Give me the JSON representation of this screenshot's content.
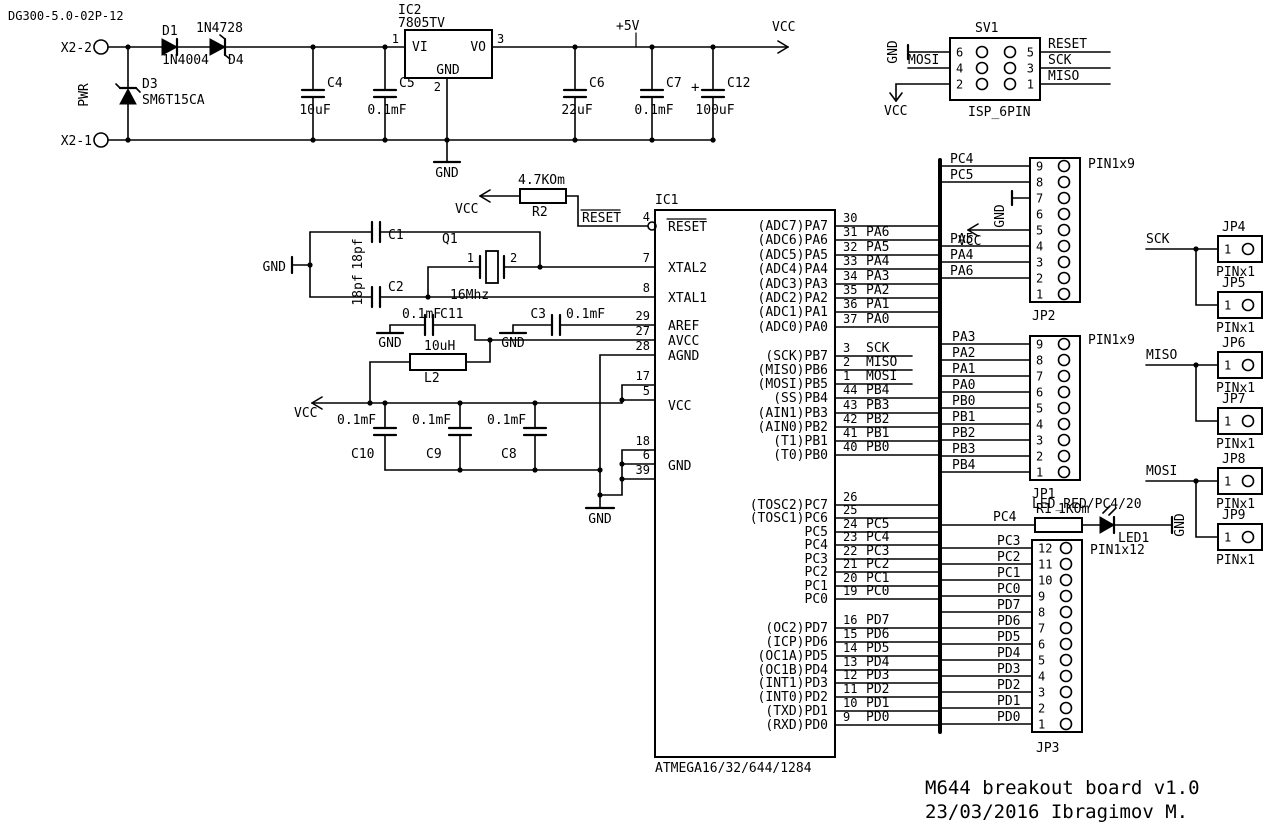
{
  "doc_id": "DG300-5.0-02P-12",
  "title_block": {
    "line1": "M644 breakout board v1.0",
    "line2": "23/03/2016 Ibragimov M."
  },
  "nets": {
    "vcc": "VCC",
    "gnd": "GND"
  },
  "power": {
    "x2_top": "X2-2",
    "x2_bottom": "X2-1",
    "conn": "PWR",
    "d1": "D1",
    "d1_value": "1N4004",
    "d4": "D4",
    "d4_value": "1N4728",
    "d3": "D3",
    "d3_value": "SM6T15CA",
    "ic2": "IC2",
    "ic2_value": "7805TV",
    "vi": "VI",
    "vo": "VO",
    "gnd": "GND",
    "pin_in": "1",
    "pin_gnd": "2",
    "pin_out": "3",
    "plus5v": "+5V",
    "vcc": "VCC",
    "c4": "C4",
    "c4_value": "10uF",
    "c5": "C5",
    "c5_value": "0.1mF",
    "c6": "C6",
    "c6_value": "22uF",
    "c7": "C7",
    "c7_value": "0.1mF",
    "c12": "C12",
    "c12_value": "100uF",
    "c12_polarity": "+"
  },
  "isp": {
    "ref": "SV1",
    "footprint": "ISP_6PIN",
    "left_pins": [
      "6",
      "4",
      "2"
    ],
    "right_pins": [
      "5",
      "3",
      "1"
    ],
    "left_nets": [
      "GND",
      "MOSI",
      "VCC"
    ],
    "right_nets": [
      "RESET",
      "SCK",
      "MISO"
    ]
  },
  "reset_circuit": {
    "r2": "R2",
    "r2_value": "4.7KOm",
    "net": "RESET"
  },
  "crystal": {
    "ref": "Q1",
    "value": "16Mhz",
    "pin1": "1",
    "pin2": "2",
    "c1": "C1",
    "c1_value": "18pf",
    "c2": "C2",
    "c2_value": "18pf"
  },
  "analog": {
    "c11": "C11",
    "c11_value": "0.1mF",
    "c3": "C3",
    "c3_value": "0.1mF",
    "l2": "L2",
    "l2_value": "10uH"
  },
  "decoupling": {
    "caps": [
      {
        "name": "C10",
        "value": "0.1mF"
      },
      {
        "name": "C9",
        "value": "0.1mF"
      },
      {
        "name": "C8",
        "value": "0.1mF"
      }
    ]
  },
  "mcu": {
    "ref": "IC1",
    "part": "ATMEGA16/32/644/1284",
    "left_pins": [
      {
        "pin": "4",
        "label": "RESET"
      },
      {
        "pin": "7",
        "label": "XTAL2"
      },
      {
        "pin": "8",
        "label": "XTAL1"
      },
      {
        "pin": "29",
        "label": "AREF"
      },
      {
        "pin": "27",
        "label": "AVCC"
      },
      {
        "pin": "28",
        "label": "AGND"
      }
    ],
    "vcc_label": "VCC",
    "vcc_pins": [
      "17",
      "5"
    ],
    "gnd_label": "GND",
    "gnd_pins": [
      "18",
      "6",
      "39"
    ],
    "port_a": [
      {
        "label": "(ADC7)PA7",
        "pin": "30",
        "net": ""
      },
      {
        "label": "(ADC6)PA6",
        "pin": "31",
        "net": "PA6"
      },
      {
        "label": "(ADC5)PA5",
        "pin": "32",
        "net": "PA5"
      },
      {
        "label": "(ADC4)PA4",
        "pin": "33",
        "net": "PA4"
      },
      {
        "label": "(ADC3)PA3",
        "pin": "34",
        "net": "PA3"
      },
      {
        "label": "(ADC2)PA2",
        "pin": "35",
        "net": "PA2"
      },
      {
        "label": "(ADC1)PA1",
        "pin": "36",
        "net": "PA1"
      },
      {
        "label": "(ADC0)PA0",
        "pin": "37",
        "net": "PA0"
      }
    ],
    "port_b": [
      {
        "label": "(SCK)PB7",
        "pin": "3",
        "net": "SCK",
        "stub": true
      },
      {
        "label": "(MISO)PB6",
        "pin": "2",
        "net": "MISO",
        "stub": true
      },
      {
        "label": "(MOSI)PB5",
        "pin": "1",
        "net": "MOSI",
        "stub": true
      },
      {
        "label": "(SS)PB4",
        "pin": "44",
        "net": "PB4"
      },
      {
        "label": "(AIN1)PB3",
        "pin": "43",
        "net": "PB3"
      },
      {
        "label": "(AIN0)PB2",
        "pin": "42",
        "net": "PB2"
      },
      {
        "label": "(T1)PB1",
        "pin": "41",
        "net": "PB1"
      },
      {
        "label": "(T0)PB0",
        "pin": "40",
        "net": "PB0"
      }
    ],
    "port_c": [
      {
        "label": "(TOSC2)PC7",
        "pin": "26",
        "net": ""
      },
      {
        "label": "(TOSC1)PC6",
        "pin": "25",
        "net": ""
      },
      {
        "label": "PC5",
        "pin": "24",
        "net": "PC5"
      },
      {
        "label": "PC4",
        "pin": "23",
        "net": "PC4"
      },
      {
        "label": "PC3",
        "pin": "22",
        "net": "PC3"
      },
      {
        "label": "PC2",
        "pin": "21",
        "net": "PC2"
      },
      {
        "label": "PC1",
        "pin": "20",
        "net": "PC1"
      },
      {
        "label": "PC0",
        "pin": "19",
        "net": "PC0"
      }
    ],
    "port_d": [
      {
        "label": "(OC2)PD7",
        "pin": "16",
        "net": "PD7"
      },
      {
        "label": "(ICP)PD6",
        "pin": "15",
        "net": "PD6"
      },
      {
        "label": "(OC1A)PD5",
        "pin": "14",
        "net": "PD5"
      },
      {
        "label": "(OC1B)PD4",
        "pin": "13",
        "net": "PD4"
      },
      {
        "label": "(INT1)PD3",
        "pin": "12",
        "net": "PD3"
      },
      {
        "label": "(INT0)PD2",
        "pin": "11",
        "net": "PD2"
      },
      {
        "label": "(TXD)PD1",
        "pin": "10",
        "net": "PD1"
      },
      {
        "label": "(RXD)PD0",
        "pin": "9",
        "net": "PD0"
      }
    ]
  },
  "led_circuit": {
    "title": "LED_RED/PC4/20",
    "r1": "R1",
    "r1_value": "1KOm",
    "led": "LED1",
    "net": "PC4",
    "gnd": "GND"
  },
  "jp2": {
    "ref": "JP2",
    "type": "PIN1x9",
    "pins": [
      "9",
      "8",
      "7",
      "6",
      "5",
      "4",
      "3",
      "2",
      "1"
    ],
    "nets": [
      "PC4",
      "PC5",
      "GND",
      "",
      "VCC",
      "PA5",
      "PA4",
      "PA6",
      ""
    ]
  },
  "jp1": {
    "ref": "JP1",
    "type": "PIN1x9",
    "pins": [
      "9",
      "8",
      "7",
      "6",
      "5",
      "4",
      "3",
      "2",
      "1"
    ],
    "nets": [
      "PA3",
      "PA2",
      "PA1",
      "PA0",
      "PB0",
      "PB1",
      "PB2",
      "PB3",
      "PB4"
    ]
  },
  "jp3": {
    "ref": "JP3",
    "type": "PIN1x12",
    "pins": [
      "12",
      "11",
      "10",
      "9",
      "8",
      "7",
      "6",
      "5",
      "4",
      "3",
      "2",
      "1"
    ],
    "nets": [
      "PC3",
      "PC2",
      "PC1",
      "PC0",
      "PD7",
      "PD6",
      "PD5",
      "PD4",
      "PD3",
      "PD2",
      "PD1",
      "PD0"
    ]
  },
  "jp_single": [
    {
      "ref": "JP4",
      "type": "PINx1",
      "pin": "1",
      "net": "SCK"
    },
    {
      "ref": "JP5",
      "type": "PINx1",
      "pin": "1",
      "net": ""
    },
    {
      "ref": "JP6",
      "type": "PINx1",
      "pin": "1",
      "net": "MISO"
    },
    {
      "ref": "JP7",
      "type": "PINx1",
      "pin": "1",
      "net": ""
    },
    {
      "ref": "JP8",
      "type": "PINx1",
      "pin": "1",
      "net": "MOSI"
    },
    {
      "ref": "JP9",
      "type": "PINx1",
      "pin": "1",
      "net": ""
    }
  ]
}
